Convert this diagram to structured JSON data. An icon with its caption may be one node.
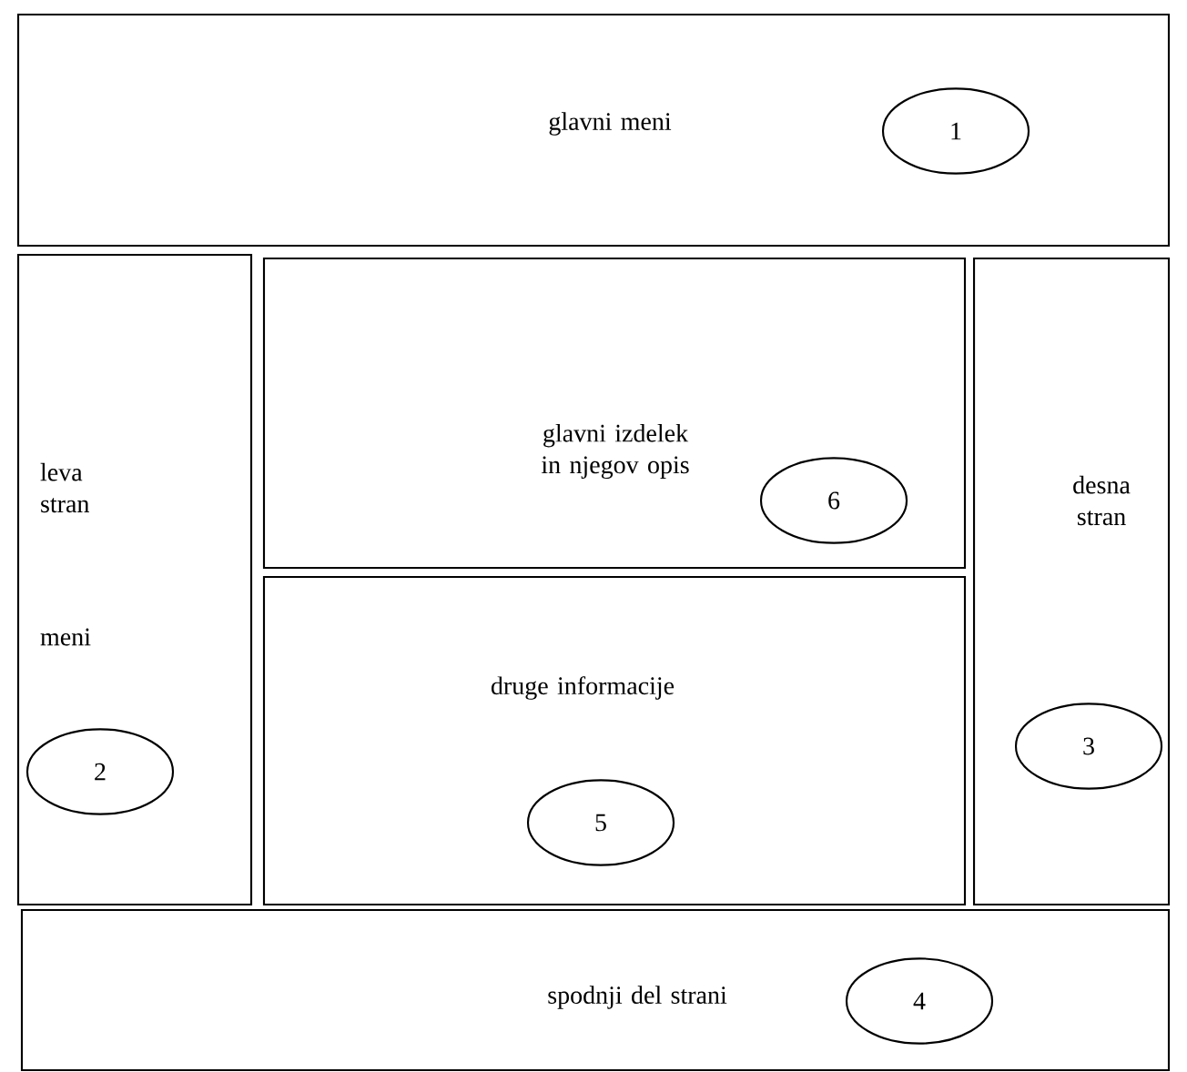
{
  "diagram": {
    "nodes": [
      {
        "text": [
          "glavni meni"
        ]
      },
      {
        "text": [
          "1"
        ],
        "in": 0
      },
      {
        "text": [
          "leva stran",
          "meni"
        ]
      },
      {
        "text": [
          "2"
        ],
        "in": 2
      },
      {
        "text": [
          "glavni izdelek in njegov opis"
        ]
      },
      {
        "text": [
          "6"
        ],
        "in": 4
      },
      {
        "text": [
          "desna stran"
        ]
      },
      {
        "text": [
          "3"
        ],
        "in": 6
      },
      {
        "text": [
          "druge informacije"
        ]
      },
      {
        "text": [
          "5"
        ],
        "in": 8
      },
      {
        "text": [
          "spodnji del strani"
        ]
      },
      {
        "text": [
          "4"
        ],
        "in": 10
      }
    ]
  }
}
